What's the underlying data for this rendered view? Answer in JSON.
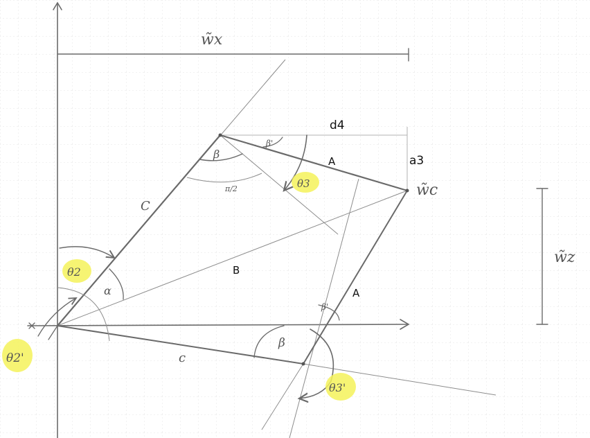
{
  "labels": {
    "wx": "w̃x",
    "wz": "w̃z",
    "wc": "w̃c",
    "d4": "d4",
    "a3": "a3",
    "A_top": "A",
    "A_right": "A",
    "B": "B",
    "C_upper": "C",
    "c_lower": "c",
    "beta_top": "β",
    "beta_prime_top": "β'",
    "pi_over_2": "π/2",
    "alpha": "α",
    "beta_prime_lower": "β'",
    "beta_lower": "β",
    "theta2": "θ2",
    "theta2_prime": "θ2'",
    "theta3": "θ3",
    "theta3_prime": "θ3'"
  },
  "colors": {
    "highlight": "#f4f25a",
    "pencil": "#6a6a6a",
    "grid": "#e6e6e6"
  }
}
